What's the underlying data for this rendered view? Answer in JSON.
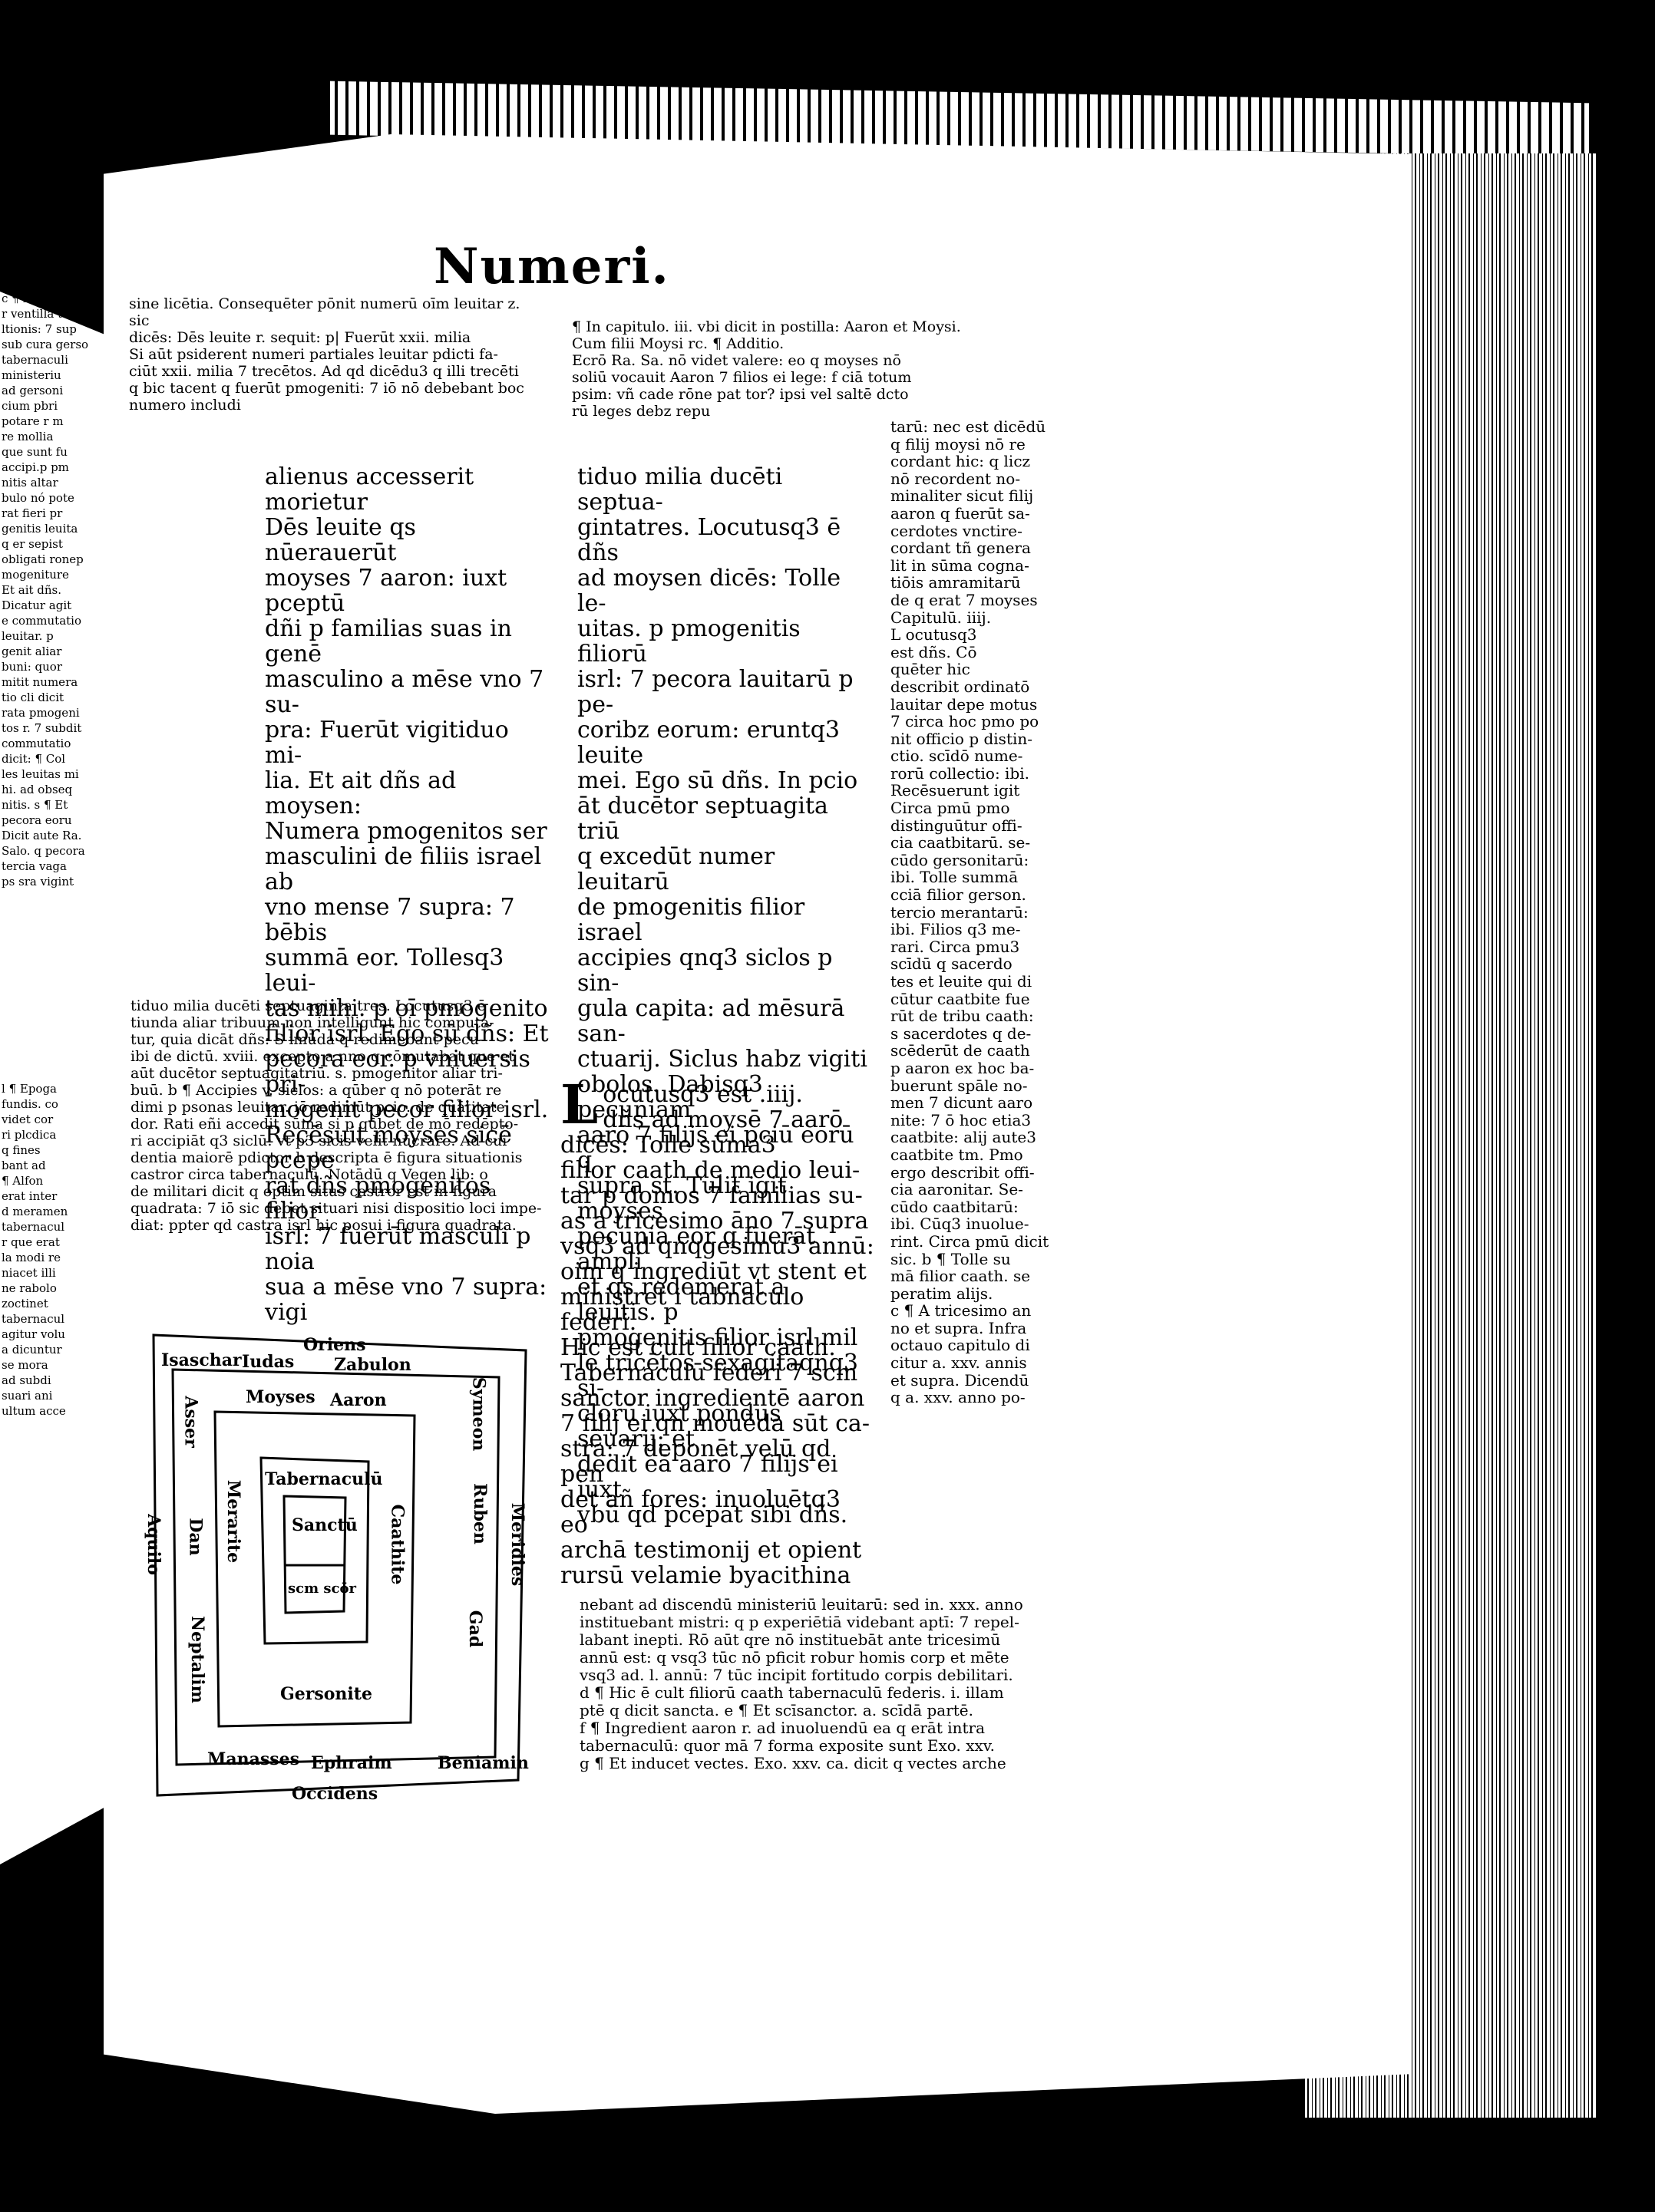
{
  "header": {
    "running_title": "Numeri."
  },
  "left_page": {
    "lines": [
      "c ¶ Funes taber",
      "r ventilla tabe",
      "ltionis: 7 sup",
      "sub cura gerso",
      "tabernaculi",
      "ministeriu",
      "ad gersoni",
      "cium pbri",
      "potare r m",
      "re mollia",
      "que sunt fu",
      "accipi.p pm",
      "nitis altar",
      "bulo nó pote",
      "rat fieri pr",
      "genitis leuita",
      "q er sepist",
      "obligati ronep",
      "mogeniture",
      "Et ait dñs.",
      "Dicatur agit",
      "e commutatio",
      "leuitar. p",
      "genit aliar",
      "buni: quor",
      "mitit numera",
      "tio cli dicit",
      "rata pmogeni",
      "tos r. 7 subdit",
      "commutatio",
      "dicit: ¶ Col",
      "les leuitas mi",
      "hi. ad obseq",
      "nitis. s ¶ Et",
      "pecora eoru",
      "Dicit aute Ra.",
      "Salo. q pecora",
      "tercia vaga",
      "ps sra vigint"
    ],
    "lines_lower": [
      "l ¶ Epoga",
      "fundis. co",
      "videt cor",
      "ri plcdica",
      "q fines",
      "bant ad",
      "¶ Alfon",
      "erat inter",
      "d meramen",
      "tabernacul",
      "r que erat",
      "la modi re",
      "niacet illi",
      "ne rabolo",
      "zoctinet",
      "tabernacul",
      "agitur volu",
      "a dicuntur",
      "se mora",
      "ad subdi",
      "suari ani",
      "ultum acce"
    ]
  },
  "gloss_top_left": [
    "sine licētia. Consequēter pōnit numerū oīm leuitar z. sic",
    "dicēs: Dēs leuite r. sequit: p| Fuerūt xxii. milia",
    "Si aūt psiderent numeri partiales leuitar pdicti fa-",
    "ciūt xxii. milia 7 trecētos. Ad qd dicēdu3 q illi trecēti",
    "q bic tacent q fuerūt pmogeniti: 7 iō nō debebant boc",
    "numero includi"
  ],
  "gloss_top_right": [
    "¶ In capitulo. iii. vbi dicit in postilla: Aaron et Moysi.",
    "Cum filii Moysi rc.  ¶ Additio.",
    "Ecrō Ra. Sa. nō videt valere: eo q moyses nō",
    "soliū vocauit Aaron 7 filios ei lege: f ciā totum",
    "psim: vñ cade rōne pat tor? ipsi vel saltē dcto",
    "rū leges debz repu"
  ],
  "main_col1": [
    "alienus accesserit morietur",
    "Dēs leuite qs nūerauerūt",
    "moyses 7 aaron: iuxt pceptū",
    "dñi p familias suas in genē",
    "masculino a mēse vno 7 su-",
    "pra: Fuerūt vigitiduo mi-",
    "lia. Et ait dñs ad moysen:",
    "Numera pmogenitos ser",
    "masculini de filiis israel ab",
    "vno mense 7 supra: 7 bēbis",
    "summā eor. Tollesq3 leui-",
    "tas mihi. p oī pmogenito",
    "filior isrl. Ego sū dñs: Et",
    "pecora eor. p vniuersis pri-",
    "mogenit pecor filior isrl.",
    "Recēsuit moyses sicē pcepe",
    "rat dñs pmogenitos filior",
    "isrl: 7 fuerūt masculi p noia",
    "sua a mēse vno 7 supra: vigi"
  ],
  "gloss_mid_left": [
    "tiduo milia ducēti septuaginta tres. Locutusq3 ē",
    "tiunda aliar tribuum non intelligunt hic computa-",
    "tur, quia dicāt dñs: S imūda q redimebant pecu-",
    "ibi de dictū. xviii. excepto a nno q cōmutabat que et",
    "aūt ducētor septuagitatriū. s. pmogenitor aliar tri-",
    "buū. b ¶ Accipies v. siclos: a qūber q nō poterāt re",
    "dimi p psonas leuitar. iō redimūt pcio. de quātitate",
    "dor. Rati eñi accedit sūma si p qūbet de mō redēpto-",
    "ri accipiāt q3 siclū: vt p3 sicis velit nūcrare. Ad cui",
    "dentia maiorē pdictor b descripta ē figura situationis",
    "castror circa tabernaculū. Notādū q Vegen lib: o",
    "de militari dicit q optim situs castror est in figura",
    "quadrata: 7 iō sic debet situari nisi dispositio loci impe-",
    "diat: ppter qd castra isrl hic posui i figura quadrata."
  ],
  "main_col2": [
    "tiduo milia ducēti septua-",
    "gintatres. Locutusq3 ē dñs",
    "ad moysen dicēs: Tolle le-",
    "uitas. p pmogenitis filiorū",
    "isrl: 7 pecora lauitarū p pe-",
    "coribz eorum: eruntq3 leuite",
    "mei. Ego sū dñs. In pcio",
    "āt ducētor septuagita triū",
    "q excedūt numer leuitarū",
    "de pmogenitis filior israel",
    "accipies qnq3 siclos p sin-",
    "gula capita: ad mēsurā san-",
    "ctuarij. Siclus habz vigiti",
    "obolos. Dabisq3 pecuniam",
    "aarō 7 filijs ei pciū eorū q",
    "supra st. Tulit igit moyses",
    "pecuniā eor q fuerāt ampli",
    "et qs redemerat a leuitis. p",
    "pmogenitis filior isrl mil",
    "le tricētos sexagitaqnq3 si-",
    "clorū iuxt pondus sēuarij: et",
    "dedit eā aarō 7 filijs ei iuxt",
    "vbū qd pcepat sibi dñs."
  ],
  "chapter_iiii": {
    "drop": "L",
    "lines": [
      "ocutusq3 est .iiij.",
      "dñs ad moysē 7 aarō",
      "dicēs: Tolle sūma3",
      "filior caath de medio leui-",
      "tar p domos 7 familias su-",
      "as a tricesimo āno 7 supra",
      "vsq3 ad qnqgesimu3 annū:",
      "oim q ingrediūt vt stent et",
      "ministret i tabnaculo federi.",
      "Hic est cult filior caath.",
      "Tabernaculū federi 7 scm",
      "sanctor ingredientē aaron",
      "7 filij ei qn mouēda sūt ca-",
      "stra: 7 deponēt velū qd pen",
      "det añ fores: inuoluētq3 eo",
      "archā testimonij et opient",
      "rursū velamie byacithina"
    ]
  },
  "side_gloss": [
    "tarū: nec est dicēdū",
    "q filij moysi nō re",
    "cordant hic: q licz",
    "nō recordent no-",
    "minaliter sicut filij",
    "aaron q fuerūt sa-",
    "cerdotes vnctire-",
    "cordant tñ genera",
    "lit in sūma cogna-",
    "tiōis amramitarū",
    "de q erat 7 moyses",
    "Capitulū. iiij.",
    "L ocutusq3",
    "est dñs. Cō",
    "quēter hic",
    "describit ordinatō",
    "lauitar depe motus",
    "7 circa hoc pmo po",
    "nit officio p distin-",
    "ctio. scīdō nume-",
    "rorū collectio: ibi.",
    "Recēsuerunt igit",
    "Circa pmū pmo",
    "distinguūtur offi-",
    "cia caatbitarū. se-",
    "cūdo gersonitarū:",
    "ibi. Tolle summā",
    "cciā filior gerson.",
    "tercio merantarū:",
    "ibi. Filios q3 me-",
    "rari. Circa pmu3",
    "scīdū q sacerdo",
    "tes et leuite qui di",
    "cūtur caatbite fue",
    "rūt de tribu caath:",
    "s sacerdotes q de-",
    "scēderūt de caath",
    "p aaron ex hoc ba-",
    "buerunt spāle no-",
    "men 7 dicunt aaro",
    "nite: 7 ō hoc etia3",
    "caatbite: alij aute3",
    "caatbite tm. Pmo",
    "ergo describit offi-",
    "cia aaronitar. Se-",
    "cūdo caatbitarū:",
    "ibi. Cūq3 inuolue-",
    "rint. Circa pmū dicit",
    "sic. b ¶ Tolle su",
    "mā filior caath. se",
    "peratim alijs.",
    "c ¶ A tricesimo an",
    "no et supra. Infra",
    "octauo capitulo di",
    "citur a. xxv. annis",
    "et supra. Dicendū",
    "q a. xxv. anno po-"
  ],
  "bottom_gloss": [
    "nebant ad discendū ministeriū leuitarū: sed in. xxx. anno",
    "instituebant mistri: q p experiētiā videbant aptī: 7 repel-",
    "labant inepti. Rō aūt qre nō instituebāt ante tricesimū",
    "annū est: q vsq3 tūc nō pficit robur homis corp et mēte",
    "vsq3 ad. l. annū: 7 tūc incipit fortitudo corpis debilitari.",
    "d ¶ Hic ē cult filiorū caath tabernaculū federis. i. illam",
    "ptē q dicit sancta. e ¶ Et scīsanctor. a. scīdā partē.",
    "f ¶ Ingredient aaron r. ad inuoluendū ea q erāt intra",
    "tabernaculū: quor mā 7 forma exposite sunt Exo. xxv.",
    "g ¶ Et inducet vectes. Exo. xxv. ca. dicit q vectes arche"
  ],
  "diagram": {
    "oriens": "Oriens",
    "occidens": "Occidens",
    "meridies": "Meridies",
    "aquilo": "Aquilo",
    "outer_top": [
      "Isaschar",
      "Iudas",
      "Zabulon"
    ],
    "outer_right": [
      "Symeon",
      "Ruben",
      "Gad"
    ],
    "outer_left": [
      "Asser",
      "Dan",
      "Neptalim"
    ],
    "outer_bottom": [
      "Manasses",
      "Ephraim",
      "Beniamin"
    ],
    "inner_top": [
      "Moyses",
      "Aaron"
    ],
    "inner_left": "Merarite",
    "inner_right": "Caathite",
    "inner_bottom": "Gersonite",
    "tabernacle": "Tabernaculū",
    "sanctum": "Sanctū",
    "sanctum_sanctorum": "scm scōr"
  }
}
